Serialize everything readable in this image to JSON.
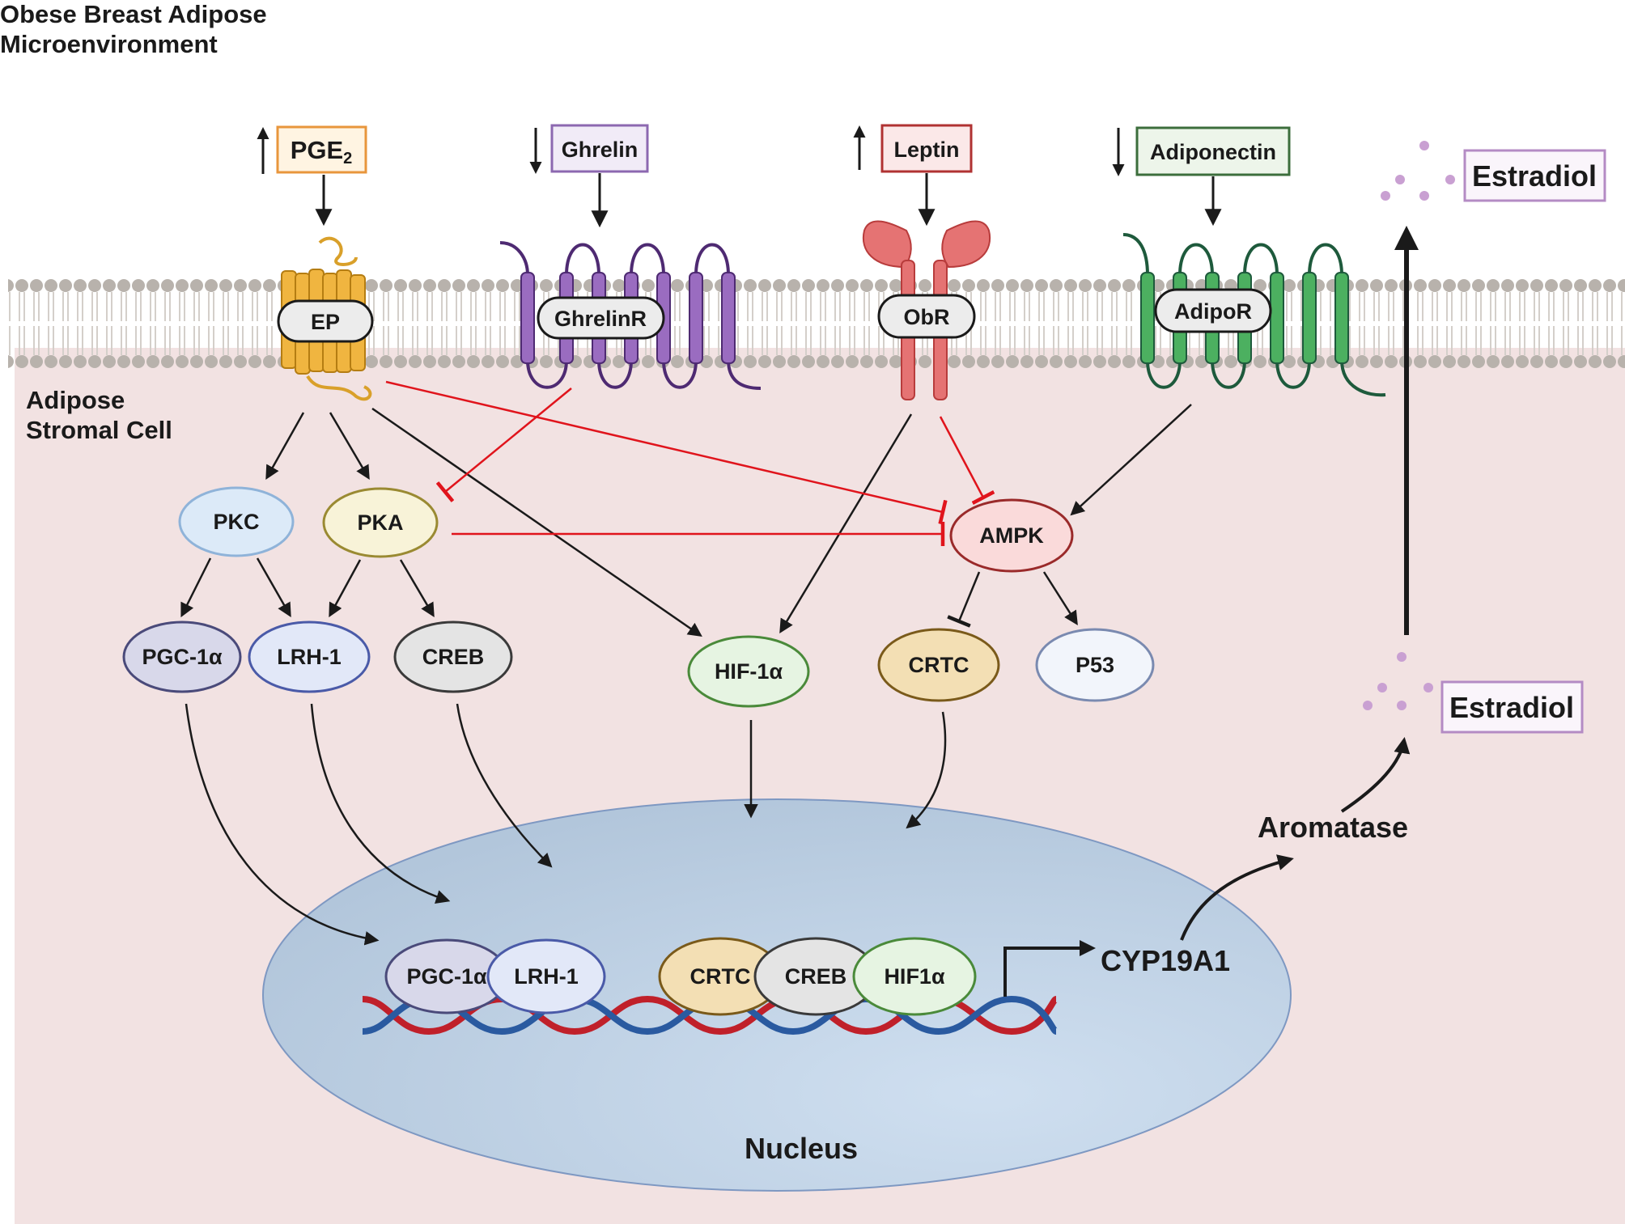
{
  "title": {
    "line1": "Obese Breast Adipose",
    "line2": "Microenvironment"
  },
  "cell_label": {
    "line1": "Adipose",
    "line2": "Stromal Cell"
  },
  "ligands": {
    "pge2": {
      "text": "PGE",
      "sub": "2",
      "trend": "up"
    },
    "ghrelin": {
      "text": "Ghrelin",
      "trend": "down"
    },
    "leptin": {
      "text": "Leptin",
      "trend": "up"
    },
    "adiponectin": {
      "text": "Adiponectin",
      "trend": "down"
    }
  },
  "receptors": {
    "ep": "EP",
    "ghrelinr": "GhrelinR",
    "obr": "ObR",
    "adipor": "AdipoR"
  },
  "kinases": {
    "pkc": "PKC",
    "pka": "PKA",
    "ampk": "AMPK"
  },
  "factors": {
    "pgc1a": "PGC-1α",
    "lrh1": "LRH-1",
    "creb": "CREB",
    "hif1a": "HIF-1α",
    "crtc": "CRTC",
    "p53": "P53"
  },
  "dna_complex": {
    "pgc1a": "PGC-1α",
    "lrh1": "LRH-1",
    "crtc": "CRTC",
    "creb": "CREB",
    "hif1a": "HIF1α"
  },
  "gene": "CYP19A1",
  "enzyme": "Aromatase",
  "product_inner": "Estradiol",
  "product_outer": "Estradiol",
  "nucleus_label": "Nucleus",
  "colors": {
    "activation": "#1a1a1a",
    "inhibition": "#e0141c",
    "cytoplasm": "#f2e2e2",
    "nucleus": "#b5c9dd",
    "membrane": "#b8b2ac"
  }
}
